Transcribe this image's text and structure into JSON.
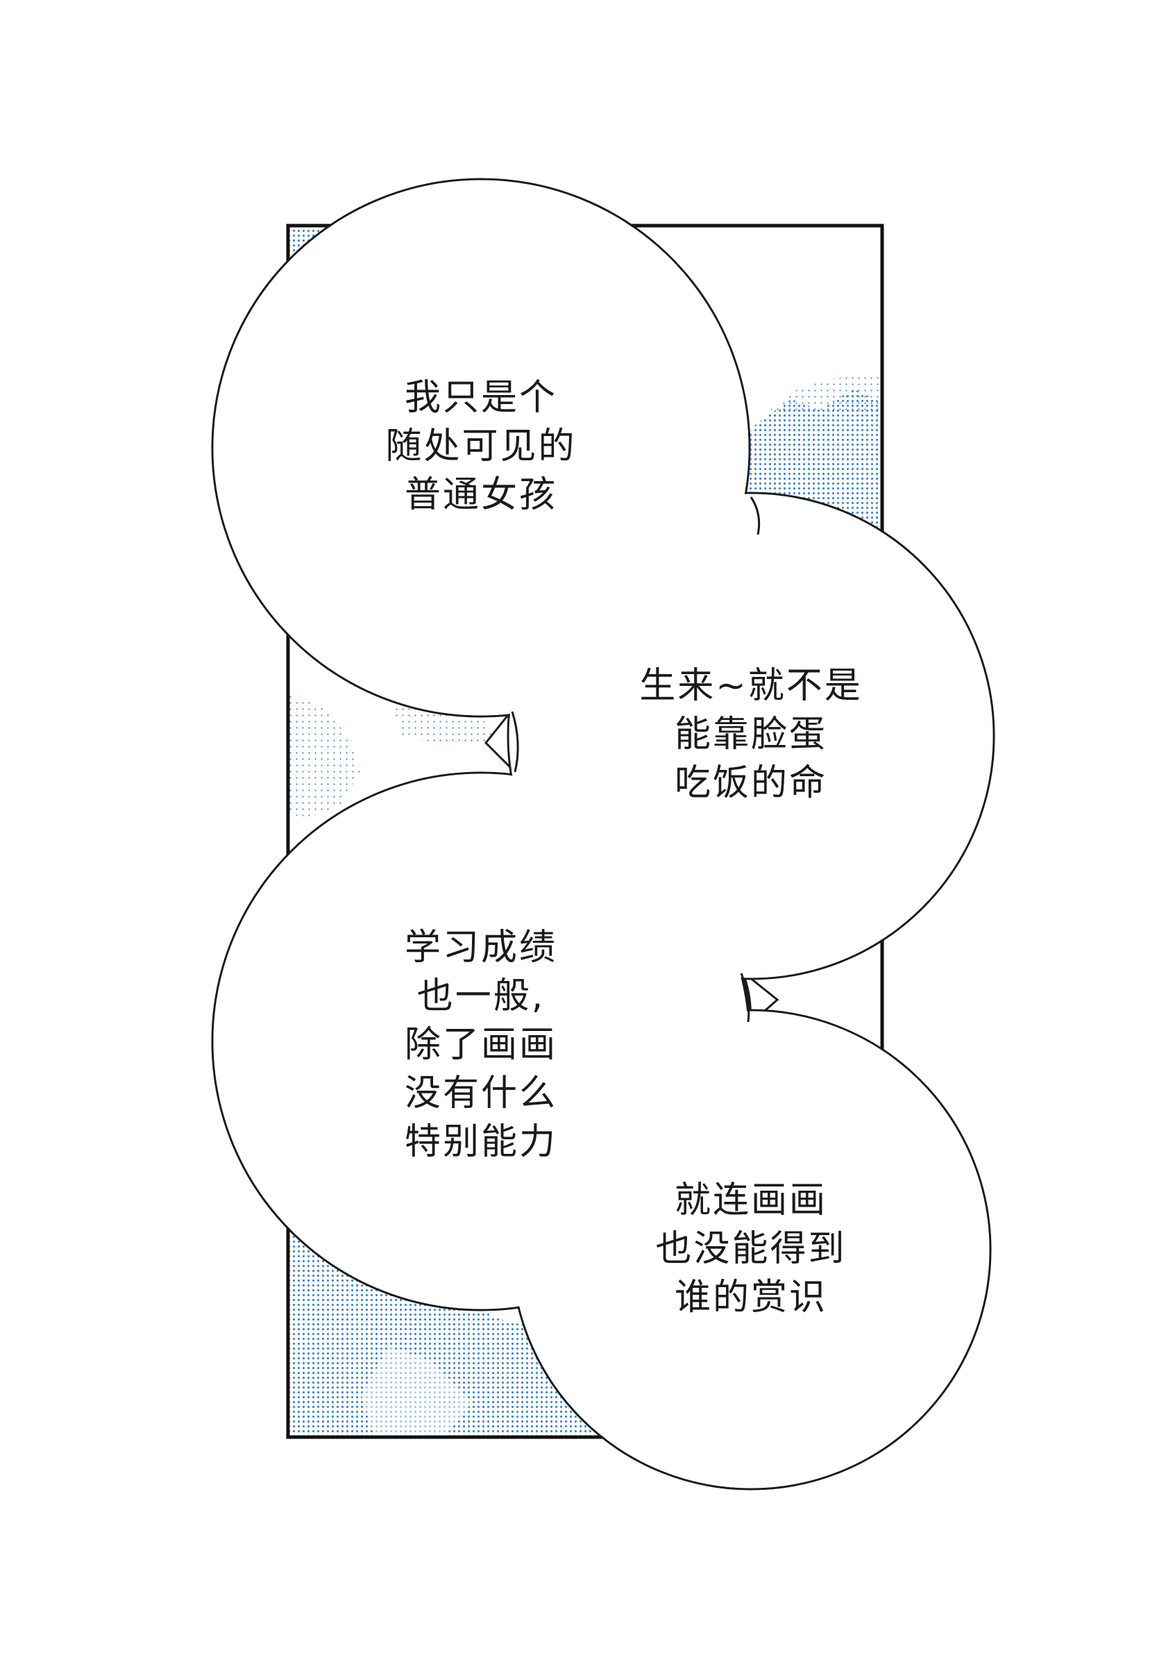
{
  "colors": {
    "background": "#ffffff",
    "panel_border": "#111111",
    "screentone": "#3f86d6",
    "bubble_fill": "#ffffff",
    "bubble_stroke": "#1a1a1a",
    "text": "#1a1a1a"
  },
  "bubbles": [
    {
      "lines": [
        "我只是个",
        "随处可见的",
        "普通女孩"
      ]
    },
    {
      "lines": [
        "生来~就不是",
        "能靠脸蛋",
        "吃饭的命"
      ]
    },
    {
      "lines": [
        "学习成绩",
        "也一般,",
        "除了画画",
        "没有什么",
        "特别能力"
      ]
    },
    {
      "lines": [
        "就连画画",
        "也没能得到",
        "谁的赏识"
      ]
    }
  ]
}
